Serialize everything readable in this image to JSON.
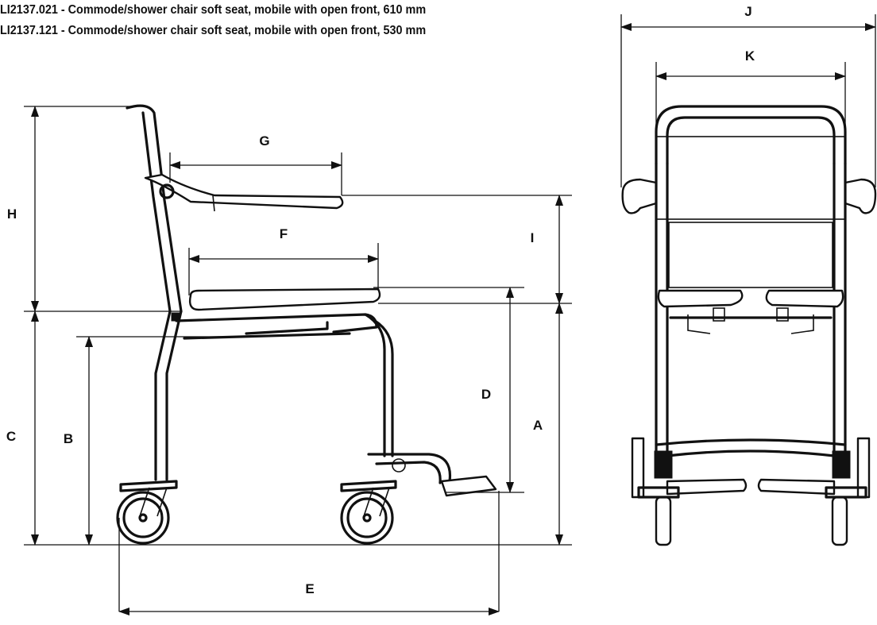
{
  "header": {
    "lines": [
      "LI2137.021 - Commode/shower chair soft seat, mobile with open front, 610 mm",
      "LI2137.121 - Commode/shower chair soft seat, mobile with open front, 530 mm"
    ]
  },
  "dimensions": {
    "A": "A",
    "B": "B",
    "C": "C",
    "D": "D",
    "E": "E",
    "F": "F",
    "G": "G",
    "H": "H",
    "I": "I",
    "J": "J",
    "K": "K"
  }
}
